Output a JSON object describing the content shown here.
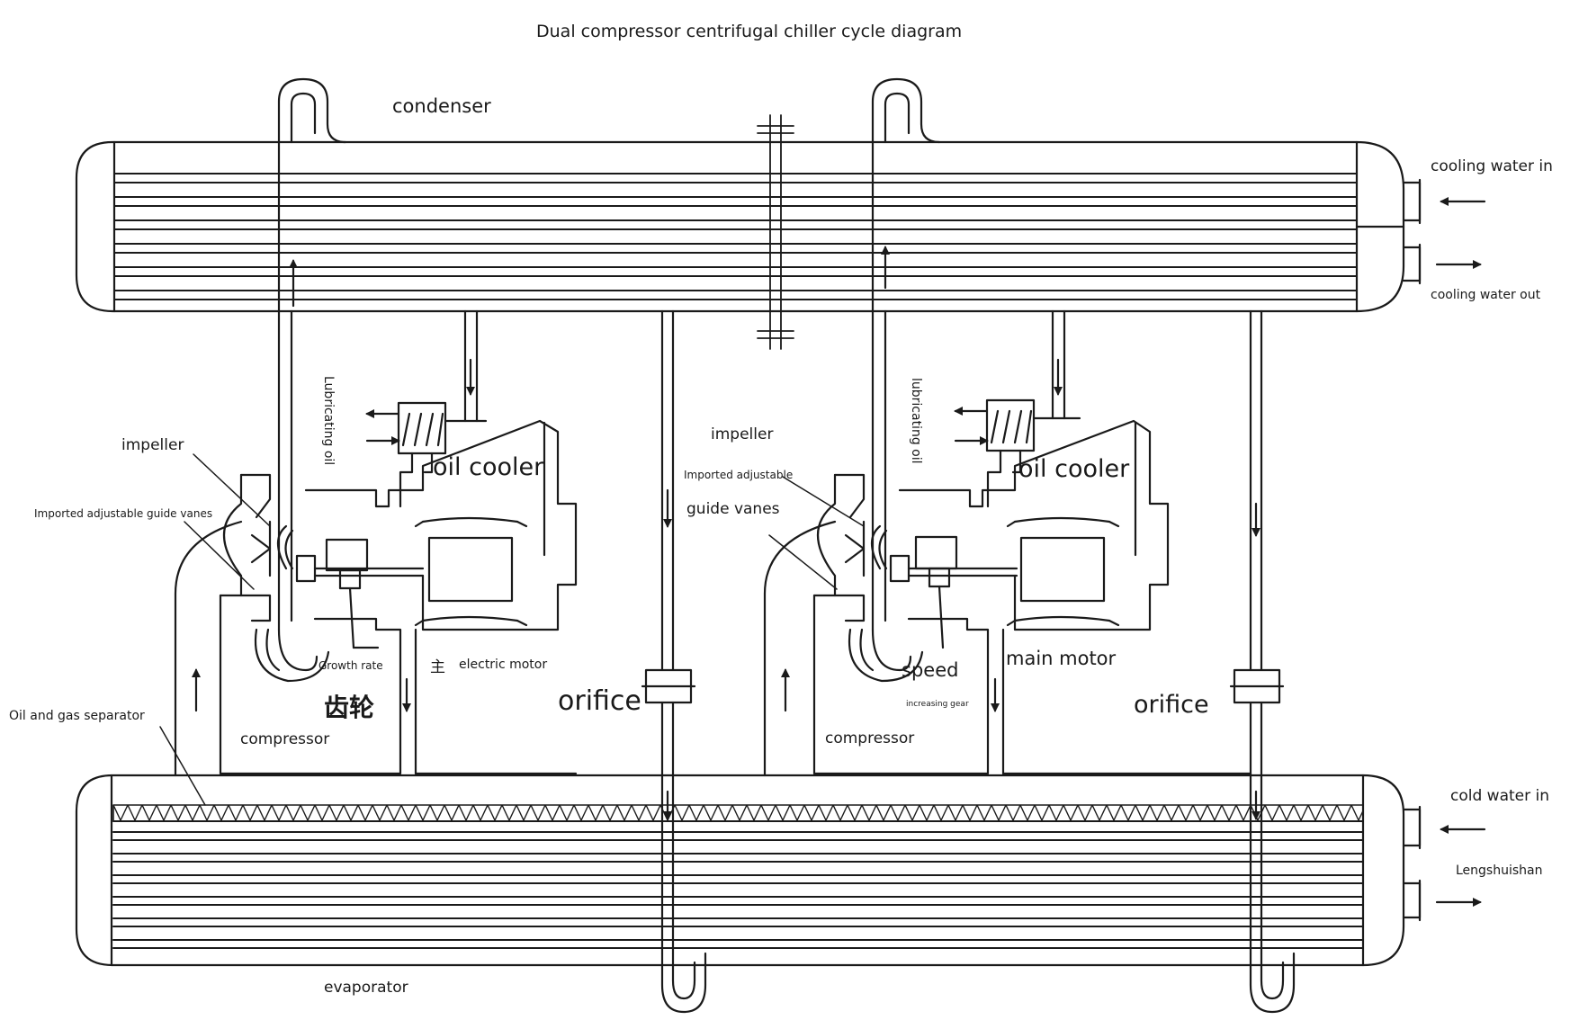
{
  "title": "Dual compressor centrifugal chiller cycle diagram",
  "labels": {
    "condenser": "condenser",
    "evaporator": "evaporator",
    "cooling_water_in": "cooling water in",
    "cooling_water_out": "cooling water out",
    "cold_water_in": "cold water in",
    "cold_water_out": "Lengshuishan",
    "oil_gas_separator": "Oil and gas separator",
    "left": {
      "impeller": "impeller",
      "guide_vanes": "Imported adjustable guide vanes",
      "lubricating_oil": "Lubricating oil",
      "oil_cooler": "oil cooler",
      "growth_rate": "Growth rate",
      "gear_hanzi": "齿轮",
      "motor_glyph": "主",
      "electric_motor": "electric motor",
      "compressor": "compressor",
      "orifice": "orifice"
    },
    "right": {
      "impeller": "impeller",
      "guide_vanes_line1": "Imported adjustable",
      "guide_vanes_line2": "guide vanes",
      "lubricating_oil": "lubricating oil",
      "oil_cooler": "oil cooler",
      "speed": "speed",
      "increasing_gear": "increasing gear",
      "main_motor": "main motor",
      "compressor": "compressor",
      "orifice": "orifice"
    }
  },
  "colors": {
    "line": "#1a1a1a",
    "background": "#ffffff"
  }
}
